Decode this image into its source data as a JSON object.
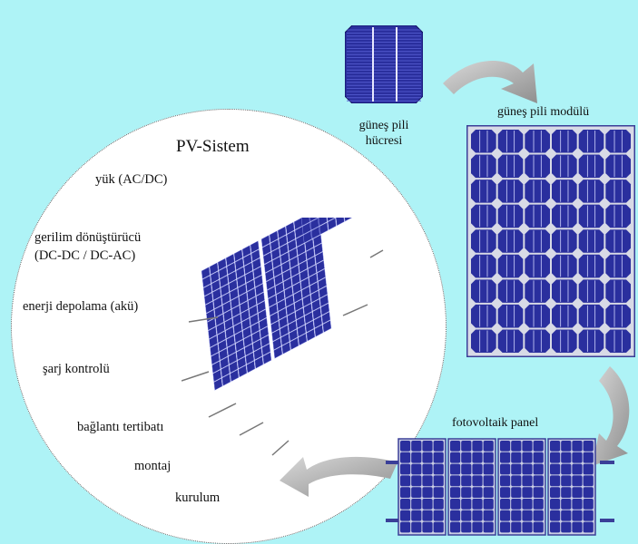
{
  "system": {
    "title": "PV-Sistem",
    "components": [
      "yük (AC/DC)",
      "gerilim dönüştürücü",
      "(DC-DC / DC-AC)",
      "enerji depolama (akü)",
      "şarj kontrolü",
      "bağlantı tertibatı",
      "montaj",
      "kurulum"
    ]
  },
  "stages": {
    "cell": {
      "label_line1": "güneş pili",
      "label_line2": "hücresi"
    },
    "module": {
      "label": "güneş pili modülü"
    },
    "panel": {
      "label": "fotovoltaik panel"
    }
  },
  "colors": {
    "background": "#aef3f6",
    "cell_blue": "#2a2f9e",
    "module_frame": "#3a3f98",
    "arrow_gray": "#a9aaa9"
  }
}
